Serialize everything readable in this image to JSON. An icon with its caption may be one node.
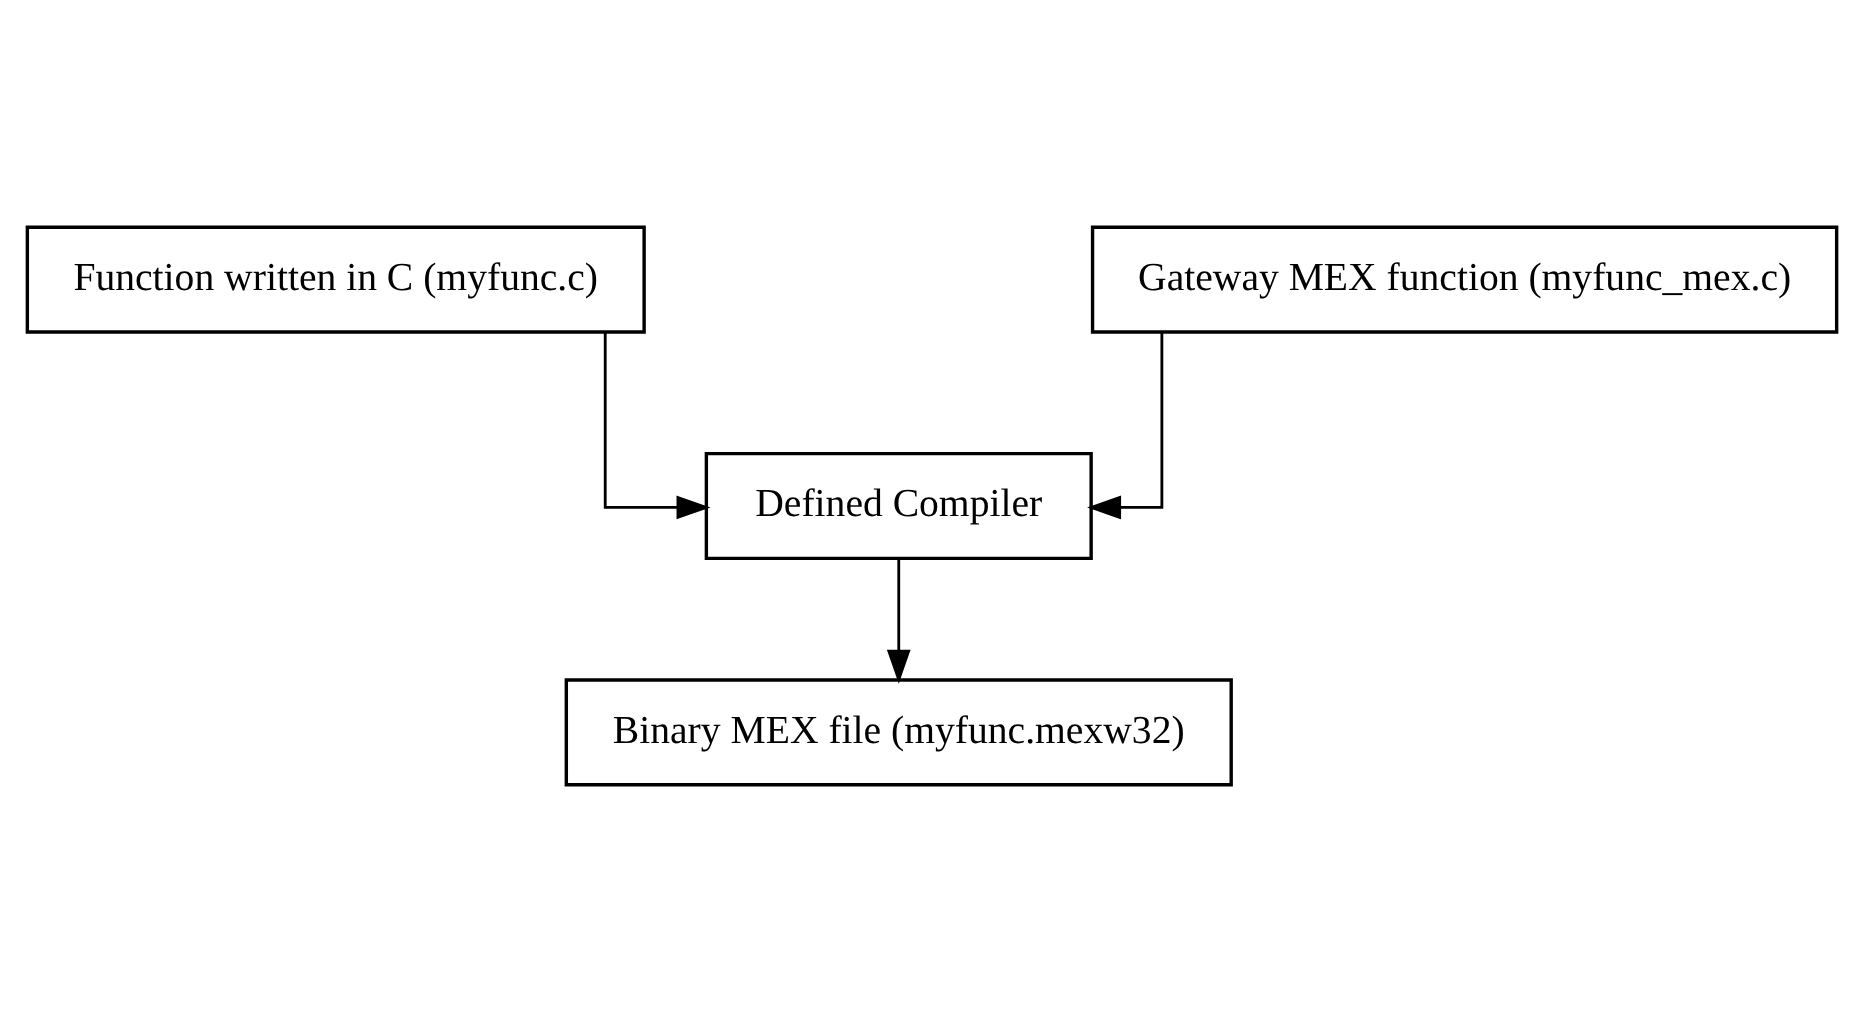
{
  "diagram": {
    "nodes": [
      {
        "text": [
          "Function written in C (myfunc.c)"
        ]
      },
      {
        "text": [
          "Gateway MEX function (myfunc_mex.c)"
        ]
      },
      {
        "text": [
          "Defined Compiler"
        ]
      },
      {
        "text": [
          "Binary MEX file (myfunc.mexw32)"
        ]
      }
    ],
    "edges": [
      {
        "from": 0,
        "to": 2,
        "arrow": "to"
      },
      {
        "from": 1,
        "to": 2,
        "arrow": "to"
      },
      {
        "from": 2,
        "to": 3,
        "arrow": "to"
      }
    ]
  }
}
